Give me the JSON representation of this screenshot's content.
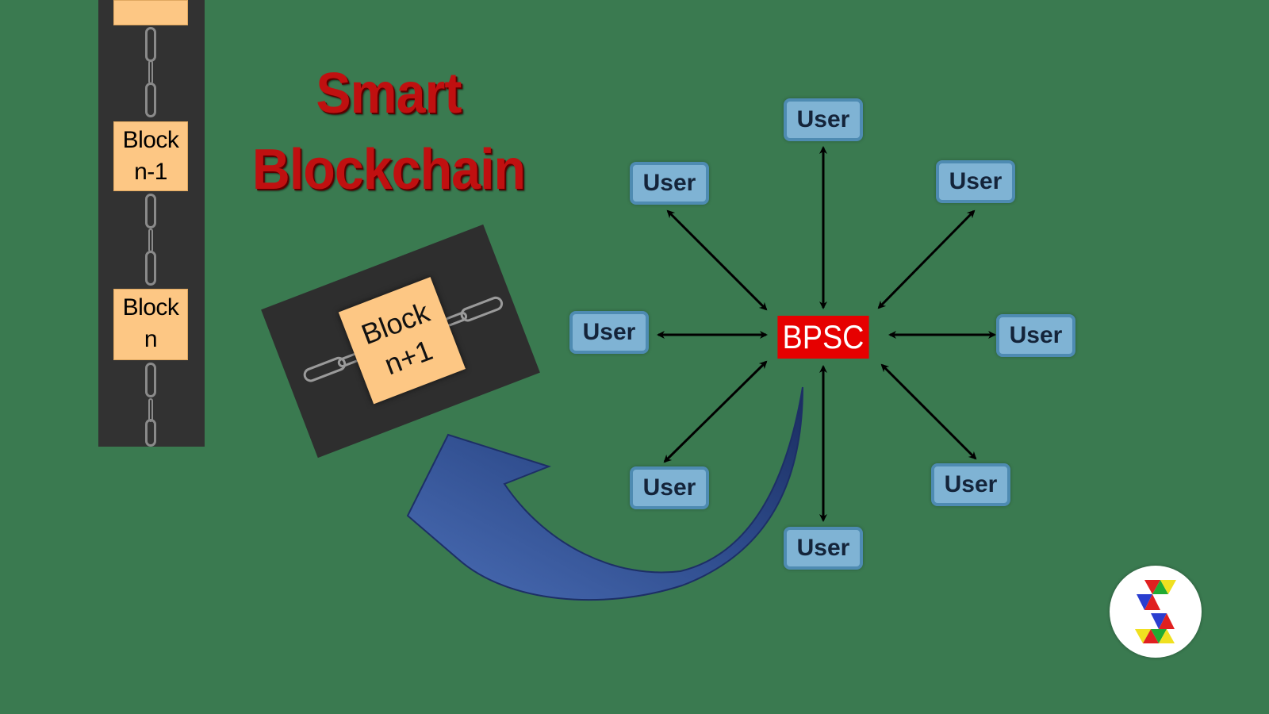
{
  "title": {
    "line1": "Smart",
    "line2": "Blockchain"
  },
  "chain": {
    "blocks": [
      {
        "line1": "Block",
        "line2": "n-1"
      },
      {
        "line1": "Block",
        "line2": "n"
      }
    ]
  },
  "new_block": {
    "line1": "Block",
    "line2": "n+1"
  },
  "hub": {
    "label": "BPSC"
  },
  "users": [
    "User",
    "User",
    "User",
    "User",
    "User",
    "User",
    "User",
    "User"
  ],
  "colors": {
    "background": "#3a7a50",
    "hub": "#e60000",
    "user_fill": "#7fb3d4",
    "block_fill": "#fdc784",
    "title": "#c01010",
    "big_arrow": "#2a437f"
  },
  "icons": {
    "logo": "triangle-logo-icon"
  }
}
